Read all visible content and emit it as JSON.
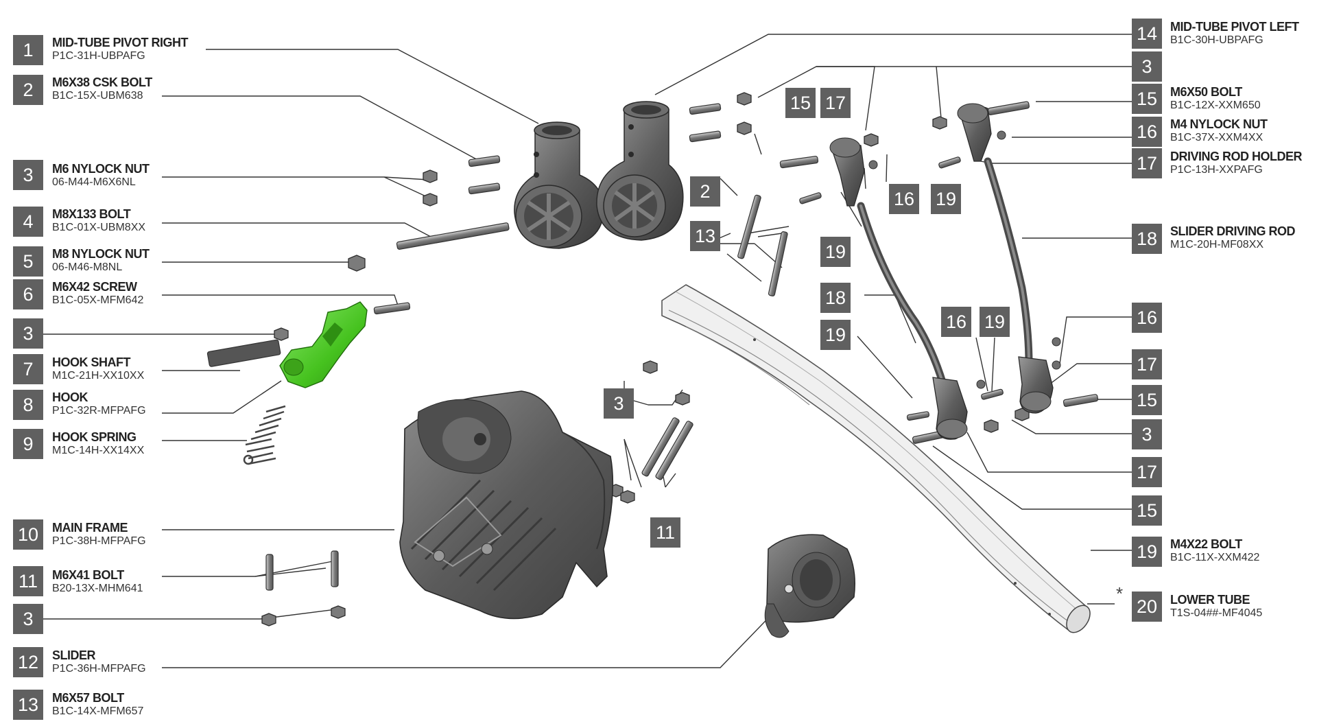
{
  "diagram": {
    "accent_color": "#52cc33",
    "badge_color": "#606060",
    "lower_tube_marker": "*",
    "left_legend": [
      {
        "num": "1",
        "name": "MID-TUBE PIVOT RIGHT",
        "code": "P1C-31H-UBPAFG"
      },
      {
        "num": "2",
        "name": "M6X38 CSK BOLT",
        "code": "B1C-15X-UBM638"
      },
      {
        "num": "3",
        "name": "M6 NYLOCK NUT",
        "code": "06-M44-M6X6NL"
      },
      {
        "num": "4",
        "name": "M8X133 BOLT",
        "code": "B1C-01X-UBM8XX"
      },
      {
        "num": "5",
        "name": "M8 NYLOCK NUT",
        "code": "06-M46-M8NL"
      },
      {
        "num": "6",
        "name": "M6X42 SCREW",
        "code": "B1C-05X-MFM642"
      },
      {
        "num": "3",
        "name": "",
        "code": ""
      },
      {
        "num": "7",
        "name": "HOOK SHAFT",
        "code": "M1C-21H-XX10XX"
      },
      {
        "num": "8",
        "name": "HOOK",
        "code": "P1C-32R-MFPAFG"
      },
      {
        "num": "9",
        "name": "HOOK SPRING",
        "code": "M1C-14H-XX14XX"
      },
      {
        "num": "10",
        "name": "MAIN FRAME",
        "code": "P1C-38H-MFPAFG"
      },
      {
        "num": "11",
        "name": "M6X41 BOLT",
        "code": "B20-13X-MHM641"
      },
      {
        "num": "3",
        "name": "",
        "code": ""
      },
      {
        "num": "12",
        "name": "SLIDER",
        "code": "P1C-36H-MFPAFG"
      },
      {
        "num": "13",
        "name": "M6X57 BOLT",
        "code": "B1C-14X-MFM657"
      }
    ],
    "right_legend": [
      {
        "num": "14",
        "name": "MID-TUBE PIVOT LEFT",
        "code": "B1C-30H-UBPAFG"
      },
      {
        "num": "3",
        "name": "",
        "code": ""
      },
      {
        "num": "15",
        "name": "M6X50 BOLT",
        "code": "B1C-12X-XXM650"
      },
      {
        "num": "16",
        "name": "M4 NYLOCK NUT",
        "code": "B1C-37X-XXM4XX"
      },
      {
        "num": "17",
        "name": "DRIVING ROD HOLDER",
        "code": "P1C-13H-XXPAFG"
      },
      {
        "num": "18",
        "name": "SLIDER DRIVING ROD",
        "code": "M1C-20H-MF08XX"
      },
      {
        "num": "16",
        "name": "",
        "code": ""
      },
      {
        "num": "17",
        "name": "",
        "code": ""
      },
      {
        "num": "15",
        "name": "",
        "code": ""
      },
      {
        "num": "3",
        "name": "",
        "code": ""
      },
      {
        "num": "17",
        "name": "",
        "code": ""
      },
      {
        "num": "15",
        "name": "",
        "code": ""
      },
      {
        "num": "19",
        "name": "M4X22 BOLT",
        "code": "B1C-11X-XXM422"
      },
      {
        "num": "20",
        "name": "LOWER TUBE",
        "code": "T1S-04##-MF4045"
      }
    ],
    "inner_callouts": [
      "2",
      "13",
      "15",
      "17",
      "16",
      "19",
      "19",
      "18",
      "19",
      "16",
      "19",
      "3",
      "11"
    ]
  }
}
